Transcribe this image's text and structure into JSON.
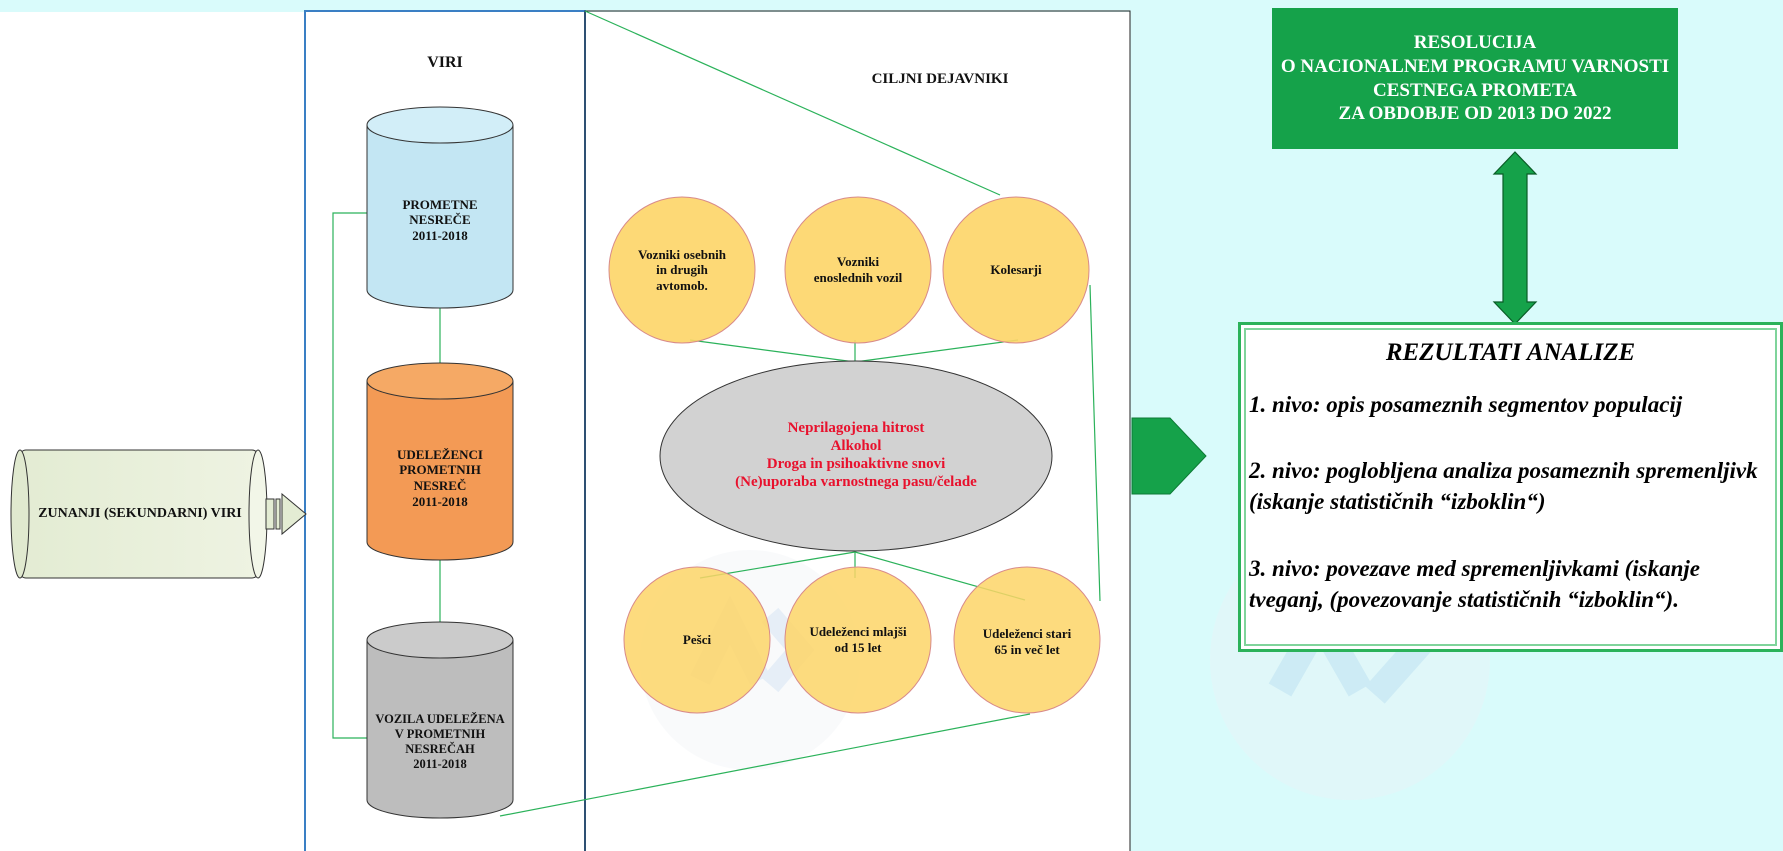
{
  "external_source": {
    "label": "ZUNANJI (SEKUNDARNI) VIRI"
  },
  "sources_section": {
    "title": "VIRI",
    "databases": [
      {
        "lines": [
          "PROMETNE",
          "NESREČE",
          "2011-2018"
        ],
        "color": "#c3e6f3"
      },
      {
        "lines": [
          "UDELEŽENCI",
          "PROMETNIH",
          "NESREČ",
          "2011-2018"
        ],
        "color": "#f39a55"
      },
      {
        "lines": [
          "VOZILA UDELEŽENA",
          "V PROMETNIH",
          "NESREČAH",
          "2011-2018"
        ],
        "color": "#bdbdbd"
      }
    ]
  },
  "target_factors": {
    "title": "CILJNI DEJAVNIKI",
    "top_groups": [
      {
        "lines": [
          "Vozniki osebnih",
          "in drugih",
          "avtomob."
        ]
      },
      {
        "lines": [
          "Vozniki",
          "enoslednih vozil"
        ]
      },
      {
        "lines": [
          "Kolesarji"
        ]
      }
    ],
    "risk_factors": [
      "Neprilagojena hitrost",
      "Alkohol",
      "Droga in psihoaktivne snovi",
      "(Ne)uporaba varnostnega pasu/čelade"
    ],
    "bottom_groups": [
      {
        "lines": [
          "Pešci"
        ]
      },
      {
        "lines": [
          "Udeleženci mlajši",
          "od 15 let"
        ]
      },
      {
        "lines": [
          "Udeleženci stari",
          "65 in več let"
        ]
      }
    ],
    "circle_color": "#fdd567"
  },
  "resolution": {
    "lines": [
      "RESOLUCIJA",
      "O NACIONALNEM PROGRAMU VARNOSTI",
      "CESTNEGA PROMETA",
      "ZA OBDOBJE OD 2013 DO 2022"
    ],
    "color": "#15a24a"
  },
  "results": {
    "title": "REZULTATI ANALIZE",
    "levels": [
      "1. nivo: opis posameznih segmentov populacij",
      "2. nivo: poglobljena analiza posameznih spremenljivk (iskanje statističnih “izboklin“)",
      "3. nivo: povezave med spremenljivkami (iskanje tveganj, (povezovanje statističnih “izboklin“)."
    ]
  },
  "colors": {
    "background": "#d9fbfb",
    "connector": "#2bb25a",
    "frame": "#3a7fc4"
  }
}
